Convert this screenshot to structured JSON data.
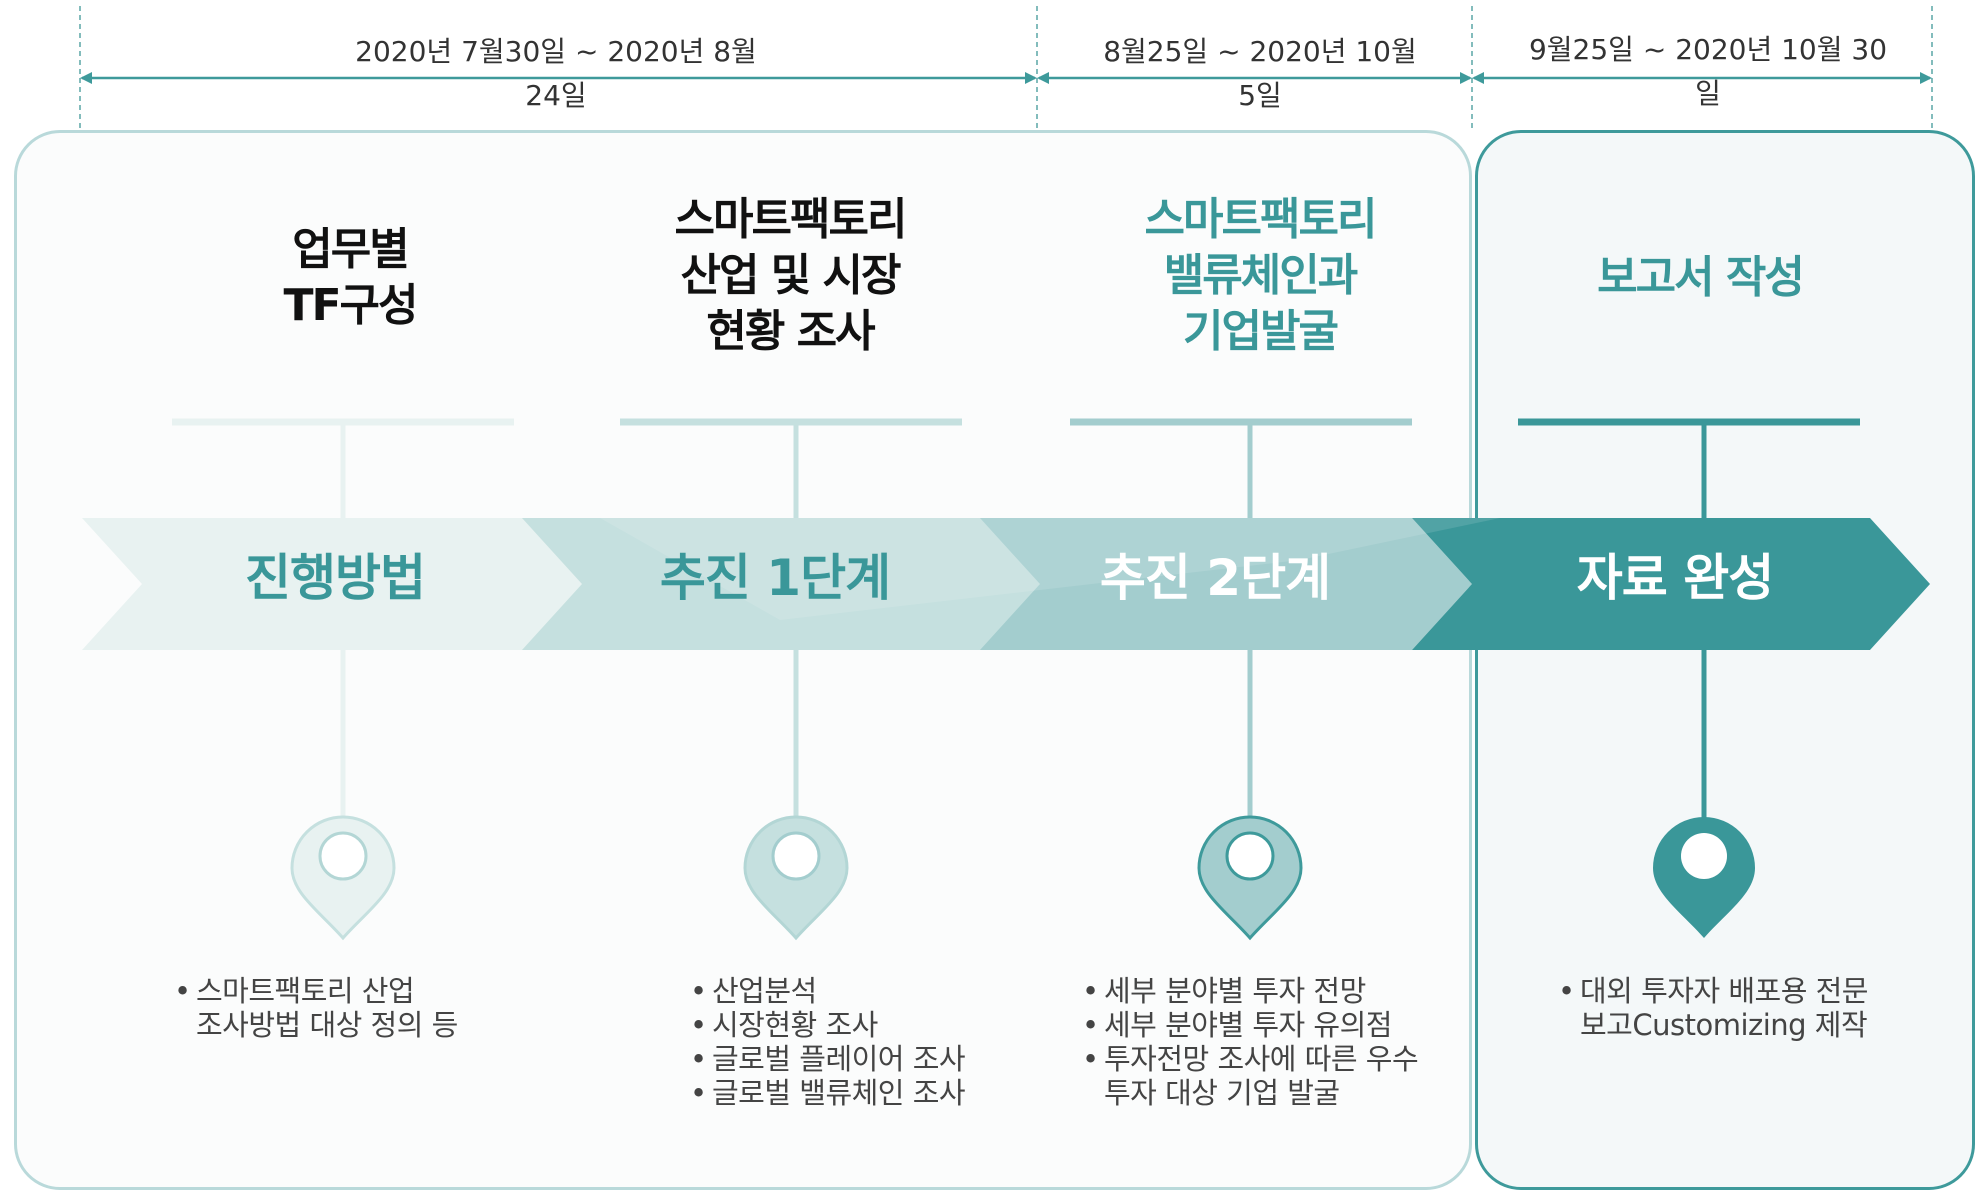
{
  "colors": {
    "stage1": "#e8f2f1",
    "stage2": "#c5e0df",
    "stage3": "#a3cdce",
    "stage4": "#3a9799",
    "title_dark": "#111111",
    "title_teal": "#3a9799",
    "panel_border": "#b9d9da",
    "final_border": "#3e9a9b"
  },
  "periods": [
    {
      "label": "2020년 7월30일 ~ 2020년 8월 24일"
    },
    {
      "label": "8월25일 ~ 2020년 10월 5일"
    },
    {
      "label": "9월25일 ~ 2020년 10월 30일"
    }
  ],
  "stages": [
    {
      "title": "업무별\nTF구성",
      "chevron": "진행방법",
      "pin_icon": "location-pin-icon",
      "bullets": [
        "스마트팩토리 산업\n조사방법 대상 정의 등"
      ]
    },
    {
      "title": "스마트팩토리\n산업 및 시장\n현황 조사",
      "chevron": "추진 1단계",
      "pin_icon": "location-pin-icon",
      "bullets": [
        "산업분석",
        "시장현황 조사",
        "글로벌 플레이어 조사",
        "글로벌 밸류체인 조사"
      ]
    },
    {
      "title": "스마트팩토리\n밸류체인과\n기업발굴",
      "chevron": "추진 2단계",
      "pin_icon": "location-pin-icon",
      "bullets": [
        "세부 분야별 투자 전망",
        "세부 분야별 투자 유의점",
        "투자전망 조사에 따른 우수\n투자 대상 기업 발굴"
      ]
    },
    {
      "title": "보고서 작성",
      "chevron": "자료 완성",
      "pin_icon": "location-pin-icon",
      "bullets": [
        "대외 투자자 배포용 전문\n보고Customizing 제작"
      ]
    }
  ]
}
